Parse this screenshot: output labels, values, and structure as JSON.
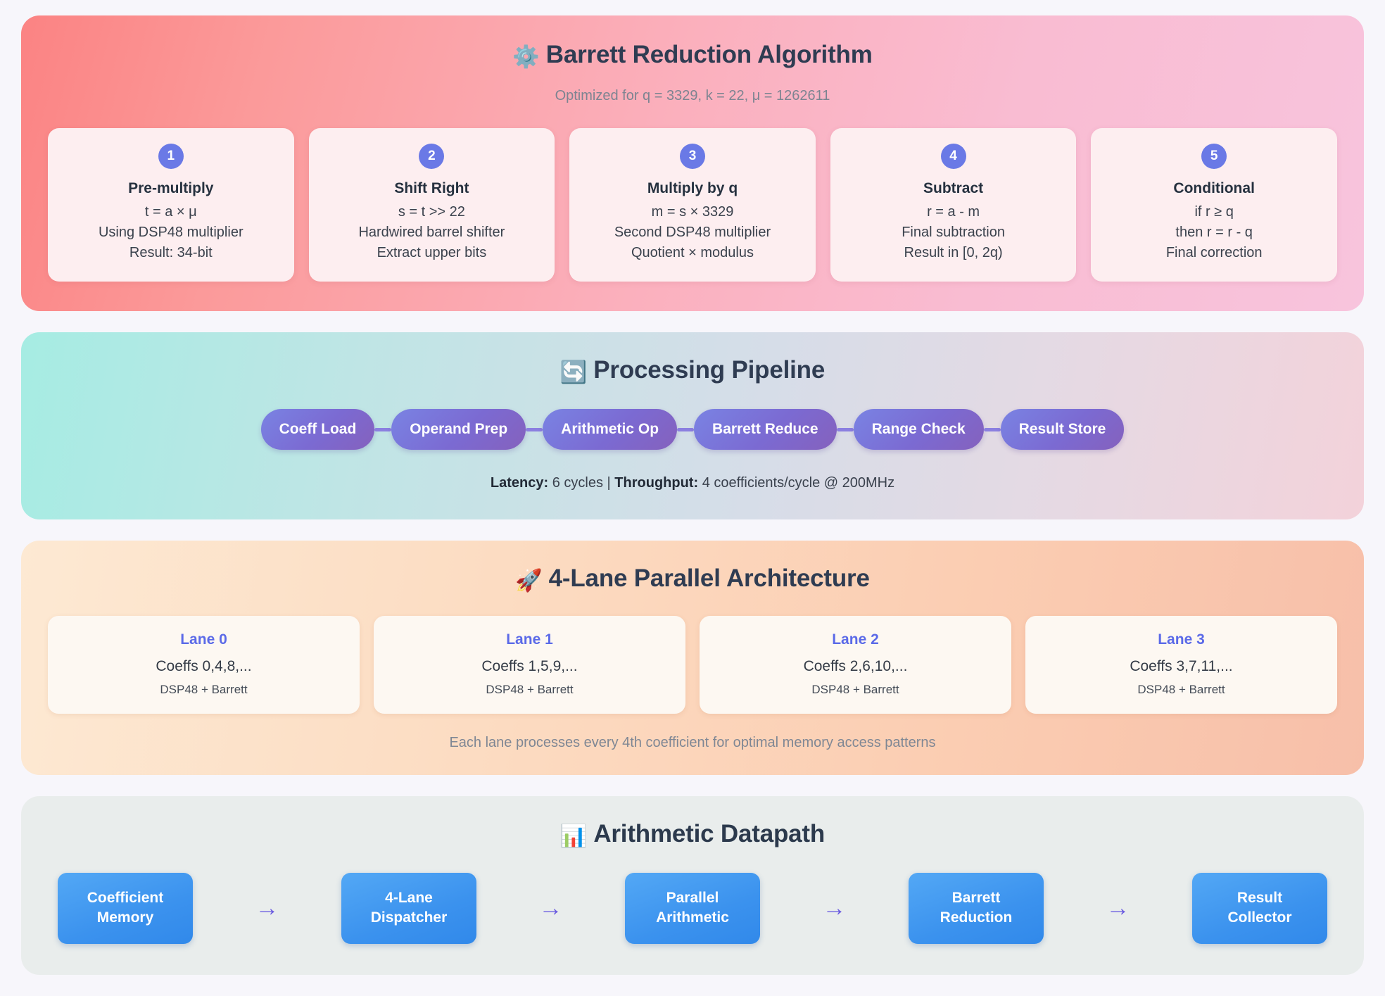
{
  "barrett": {
    "icon": "⚙️",
    "icon_name": "gear-icon",
    "title": "Barrett Reduction Algorithm",
    "subtitle": "Optimized for q = 3329, k = 22, μ = 1262611",
    "steps": [
      {
        "num": "1",
        "name": "Pre-multiply",
        "formula": "t = a × μ",
        "detail": "Using DSP48 multiplier",
        "note": "Result: 34-bit"
      },
      {
        "num": "2",
        "name": "Shift Right",
        "formula": "s = t >> 22",
        "detail": "Hardwired barrel shifter",
        "note": "Extract upper bits"
      },
      {
        "num": "3",
        "name": "Multiply by q",
        "formula": "m = s × 3329",
        "detail": "Second DSP48 multiplier",
        "note": "Quotient × modulus"
      },
      {
        "num": "4",
        "name": "Subtract",
        "formula": "r = a - m",
        "detail": "Final subtraction",
        "note": "Result in [0, 2q)"
      },
      {
        "num": "5",
        "name": "Conditional",
        "formula": "if r ≥ q",
        "detail": "then r = r - q",
        "note": "Final correction"
      }
    ]
  },
  "pipeline": {
    "icon": "🔄",
    "icon_name": "refresh-icon",
    "title": "Processing Pipeline",
    "stages": [
      "Coeff Load",
      "Operand Prep",
      "Arithmetic Op",
      "Barrett Reduce",
      "Range Check",
      "Result Store"
    ],
    "latency_label": "Latency:",
    "latency_value": " 6 cycles ",
    "separator": "|",
    "throughput_label": " Throughput:",
    "throughput_value": " 4 coefficients/cycle @ 200MHz"
  },
  "lanes": {
    "icon": "🚀",
    "icon_name": "rocket-icon",
    "title": "4-Lane Parallel Architecture",
    "items": [
      {
        "name": "Lane 0",
        "coeffs": "Coeffs 0,4,8,...",
        "impl": "DSP48 + Barrett"
      },
      {
        "name": "Lane 1",
        "coeffs": "Coeffs 1,5,9,...",
        "impl": "DSP48 + Barrett"
      },
      {
        "name": "Lane 2",
        "coeffs": "Coeffs 2,6,10,...",
        "impl": "DSP48 + Barrett"
      },
      {
        "name": "Lane 3",
        "coeffs": "Coeffs 3,7,11,...",
        "impl": "DSP48 + Barrett"
      }
    ],
    "note": "Each lane processes every 4th coefficient for optimal memory access patterns"
  },
  "datapath": {
    "icon": "📊",
    "icon_name": "bar-chart-icon",
    "title": "Arithmetic Datapath",
    "arrow": "→",
    "blocks": [
      "Coefficient\nMemory",
      "4-Lane\nDispatcher",
      "Parallel\nArithmetic",
      "Barrett\nReduction",
      "Result\nCollector"
    ]
  },
  "colors": {
    "badge": "#6a79e6",
    "pill": "#7b6ad2",
    "lane_accent": "#5b6ae8",
    "datapath_block": "#3b92ee",
    "arrow": "#6b5ce0"
  }
}
